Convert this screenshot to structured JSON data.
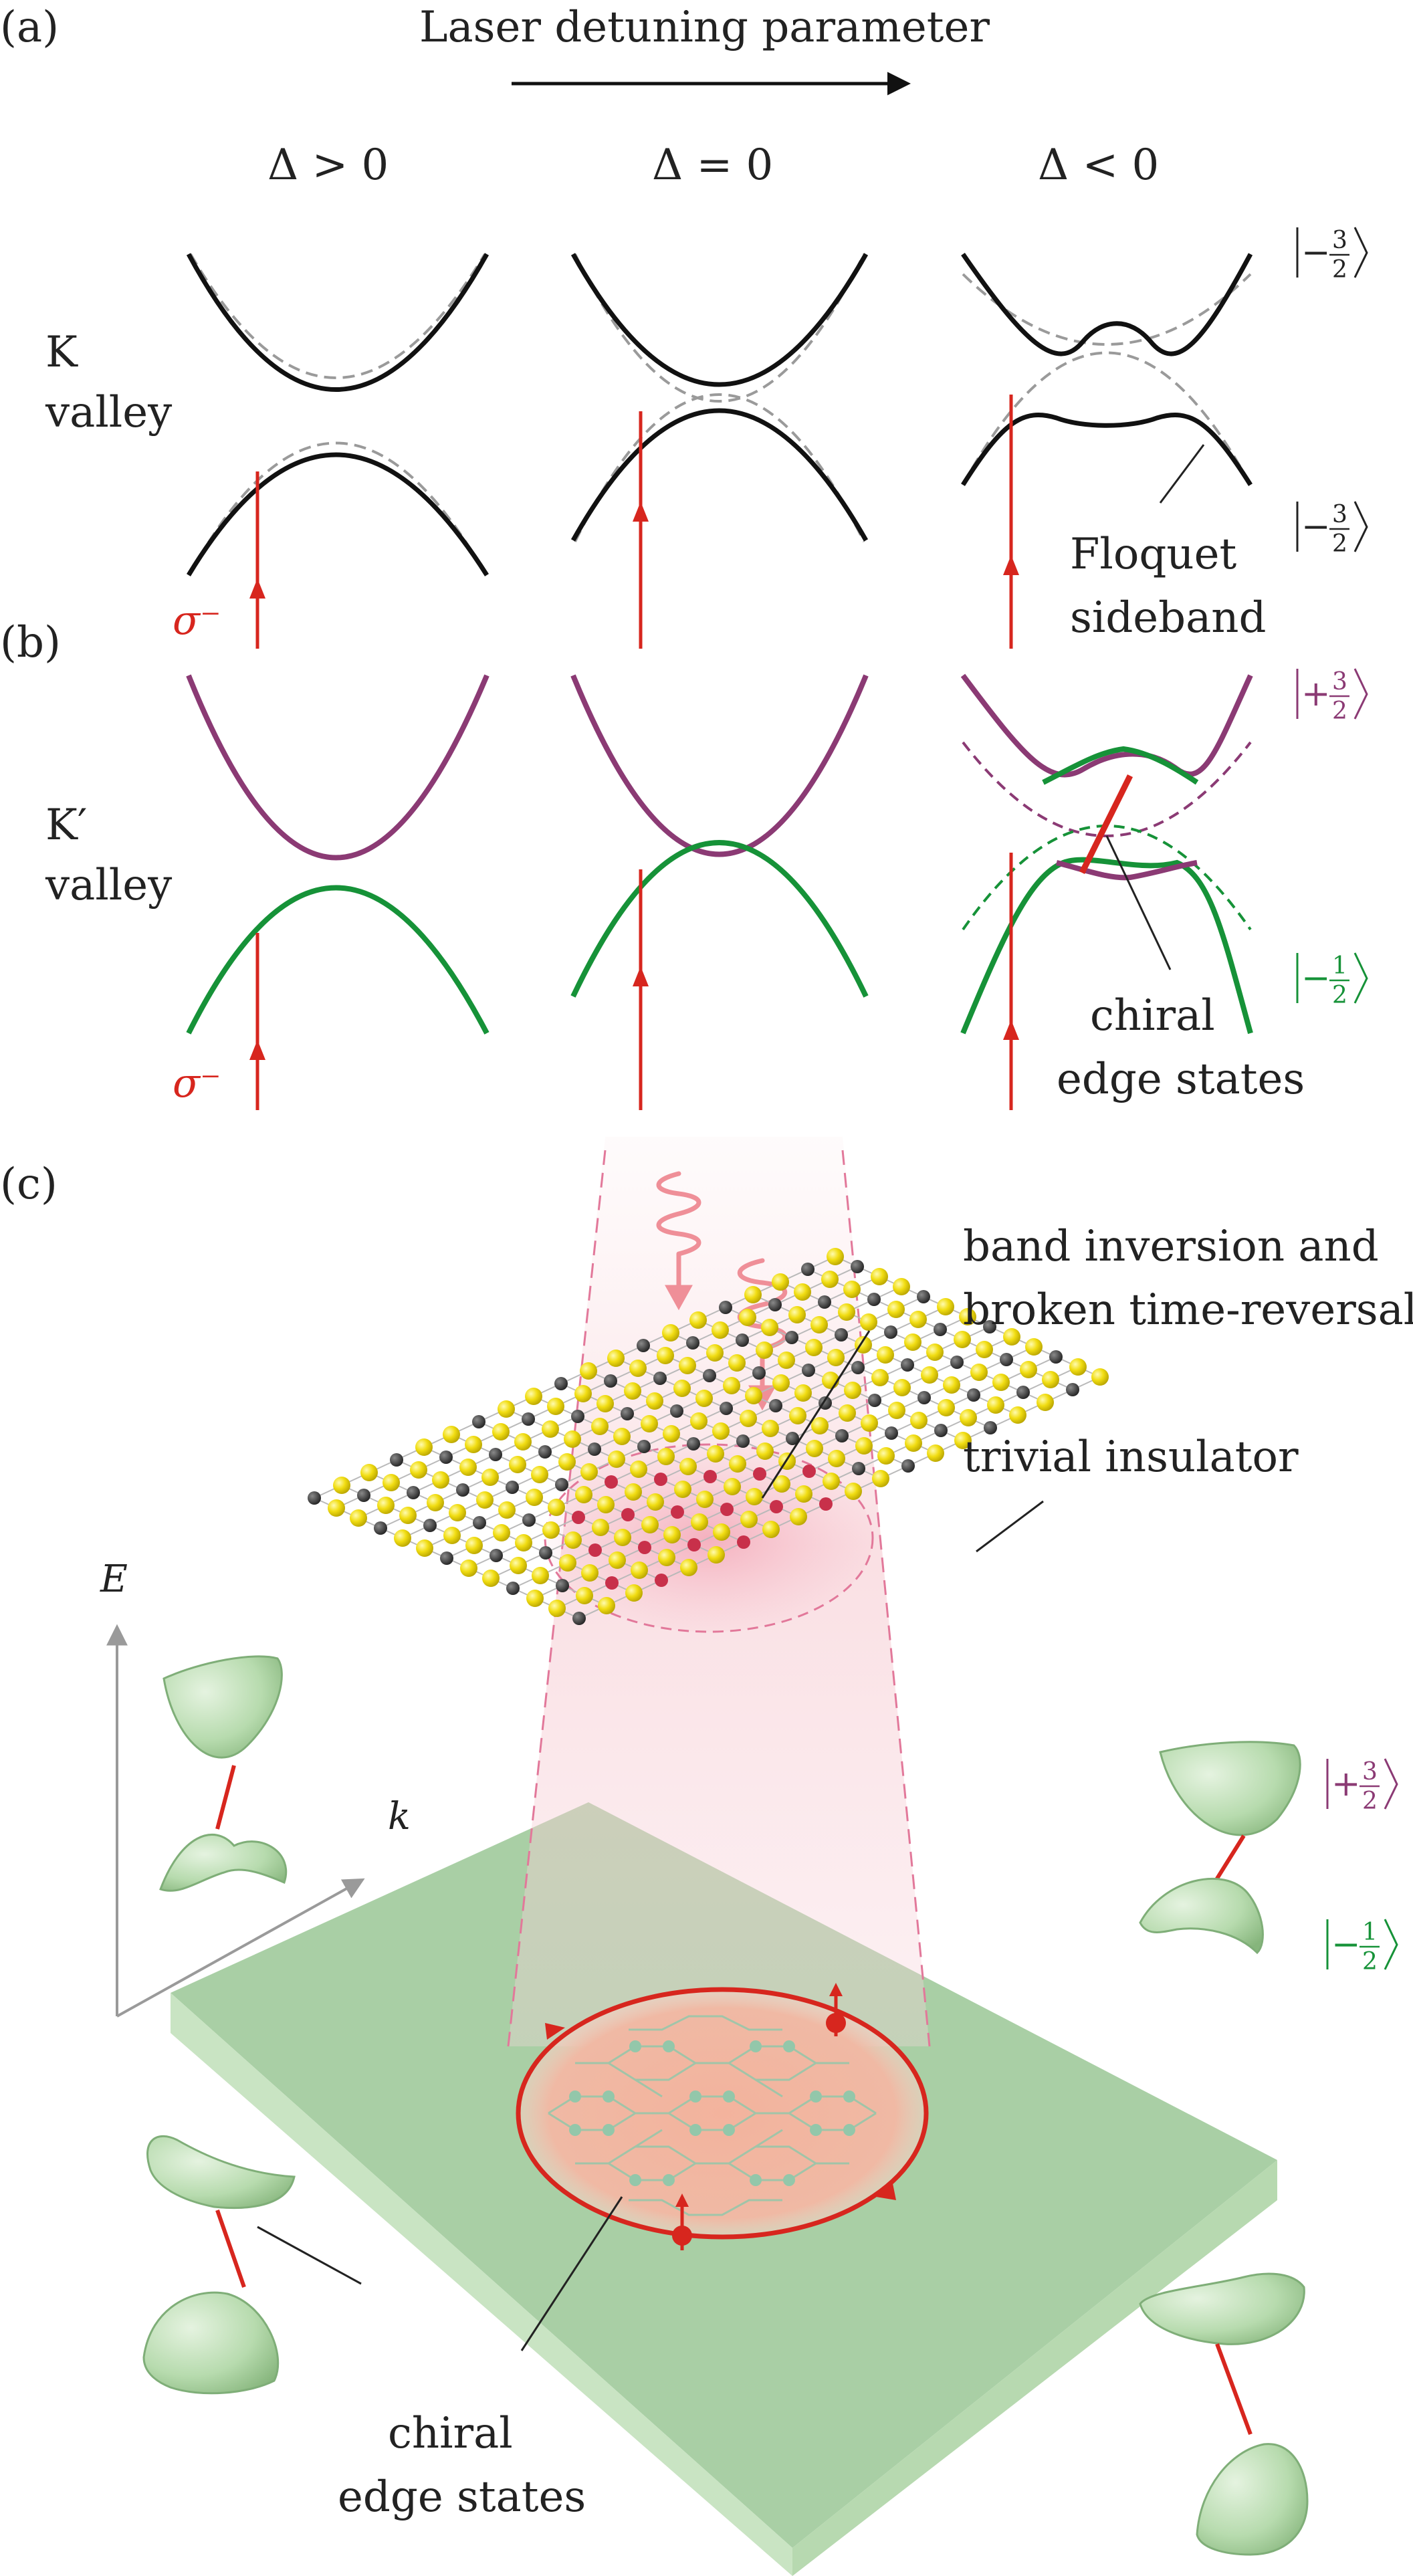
{
  "panel_a": {
    "label": "(a)",
    "arrow_title": "Laser detuning parameter",
    "columns": [
      "Δ > 0",
      "Δ = 0",
      "Δ < 0"
    ],
    "valley_line1": "K",
    "valley_line2": "valley",
    "polarization": "σ⁻",
    "floquet_line1": "Floquet",
    "floquet_line2": "sideband",
    "state_top": {
      "sign": "−",
      "num": "3",
      "den": "2"
    },
    "state_bottom": {
      "sign": "−",
      "num": "3",
      "den": "2"
    }
  },
  "panel_b": {
    "label": "(b)",
    "valley_line1": "K′",
    "valley_line2": "valley",
    "polarization": "σ⁻",
    "chiral_line1": "chiral",
    "chiral_line2": "edge states",
    "state_top": {
      "sign": "+",
      "num": "3",
      "den": "2"
    },
    "state_bottom": {
      "sign": "−",
      "num": "1",
      "den": "2"
    }
  },
  "panel_c": {
    "label": "(c)",
    "band_line1": "band inversion and",
    "band_line2": "broken time-reversal",
    "trivial": "trivial insulator",
    "axis_e": "E",
    "axis_k": "k",
    "chiral_line1": "chiral",
    "chiral_line2": "edge states",
    "state_top": {
      "sign": "+",
      "num": "3",
      "den": "2"
    },
    "state_bottom": {
      "sign": "−",
      "num": "1",
      "den": "2"
    }
  },
  "colors": {
    "red": "#d7261e",
    "purple": "#8b3a74",
    "green": "#169238",
    "dashed_gray": "#9a9a9a",
    "slab_top": "#a9cfa5",
    "slab_side": "#c9e4c3",
    "cone": "#bfe0b7",
    "atom_yellow": "#f2e21c",
    "atom_dark": "#3d3d3d",
    "beam_pink": "#f3a9b3",
    "spot": "#f2b3a2"
  }
}
